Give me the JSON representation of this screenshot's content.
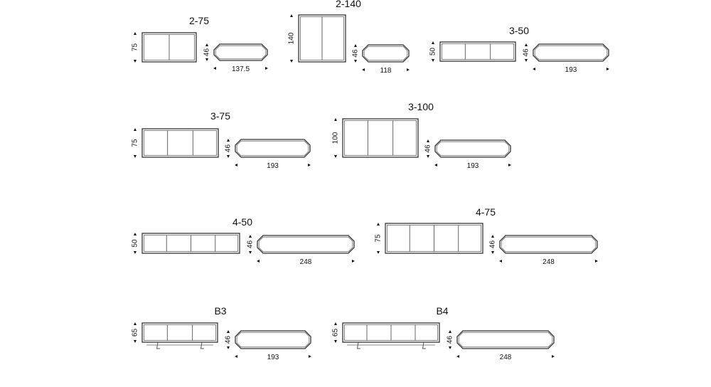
{
  "models": [
    {
      "name": "2-75",
      "height": "75",
      "depth": "46",
      "width": "137.5"
    },
    {
      "name": "2-140",
      "height": "140",
      "depth": "46",
      "width": "118"
    },
    {
      "name": "3-50",
      "height": "50",
      "depth": "46",
      "width": "193"
    },
    {
      "name": "3-75",
      "height": "75",
      "depth": "46",
      "width": "193"
    },
    {
      "name": "3-100",
      "height": "100",
      "depth": "46",
      "width": "193"
    },
    {
      "name": "4-50",
      "height": "50",
      "depth": "46",
      "width": "248"
    },
    {
      "name": "4-75",
      "height": "75",
      "depth": "46",
      "width": "248"
    },
    {
      "name": "B3",
      "height": "65",
      "depth": "46",
      "width": "193"
    },
    {
      "name": "B4",
      "height": "65",
      "depth": "46",
      "width": "248"
    }
  ]
}
